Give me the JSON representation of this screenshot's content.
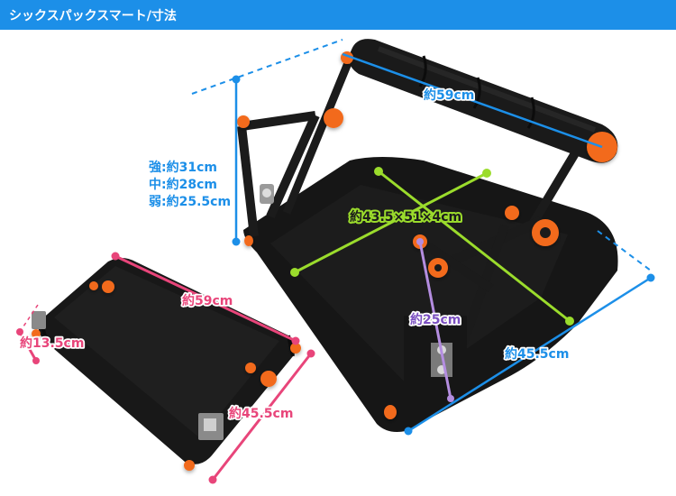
{
  "header": {
    "title": "シックスパックスマート/寸法"
  },
  "colors": {
    "header_bg": "#1c8fe8",
    "accent_orange": "#f26a1b",
    "dim_blue": "#1c8fe8",
    "dim_green": "#9bdc2c",
    "dim_pink": "#e8457a",
    "dim_purple": "#b48de0",
    "frame_black": "#1b1b1b"
  },
  "dimensions": {
    "bar_width": "約59cm",
    "height_levels": {
      "strong": "強:約31cm",
      "middle": "中:約28cm",
      "weak": "弱:約25.5cm"
    },
    "seat": "約43.5×51×4cm",
    "arm_height": "約25cm",
    "depth": "約45.5cm",
    "folded_width": "約59cm",
    "folded_thickness": "約13.5cm",
    "folded_depth": "約45.5cm"
  }
}
